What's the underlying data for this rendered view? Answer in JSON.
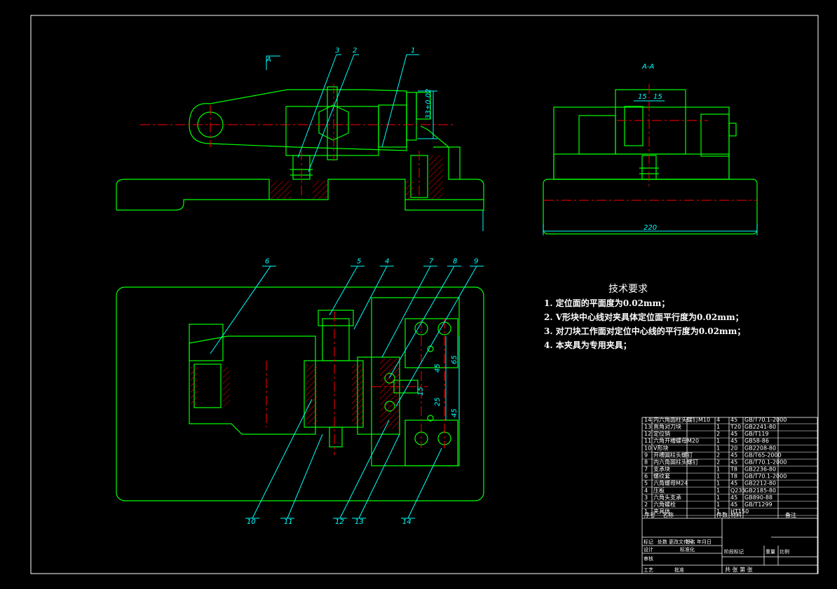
{
  "view_labels": {
    "section_a": "A",
    "section_aa": "A-A"
  },
  "balloons": {
    "top": [
      "3",
      "2",
      "1"
    ],
    "mid": [
      "6",
      "5",
      "4",
      "7",
      "8",
      "9"
    ],
    "bottom": [
      "10",
      "11",
      "12",
      "13",
      "14"
    ]
  },
  "dimensions": {
    "front_height": "33±0.02",
    "width_220": "220",
    "slot_15a": "15",
    "slot_15b": "15",
    "d45a": "45",
    "d65": "65",
    "d25": "25",
    "d45b": "45",
    "d15": "15"
  },
  "tech_requirements": {
    "title": "技术要求",
    "items": [
      "1. 定位面的平面度为0.02mm；",
      "2. V形块中心线对夹具体定位面平行度为0.02mm；",
      "3. 对刀块工作面对定位中心线的平行度为0.02mm；",
      "4. 本夹具为专用夹具；"
    ]
  },
  "parts_list": [
    [
      "14",
      "内六角圆柱头螺钉M10",
      "4",
      "45",
      "GB/T70.1-2000"
    ],
    [
      "13",
      "直角对刀块",
      "1",
      "T20",
      "GB2241-80"
    ],
    [
      "12",
      "定位销",
      "2",
      "45",
      "GB/T119"
    ],
    [
      "11",
      "六角开槽螺母M20",
      "1",
      "45",
      "GB58-86"
    ],
    [
      "10",
      "V形块",
      "1",
      "20",
      "GB2208-80"
    ],
    [
      "9",
      "开槽圆柱头螺钉",
      "2",
      "45",
      "GB/T65-2000"
    ],
    [
      "8",
      "内六角圆柱头螺钉",
      "2",
      "45",
      "GB/T70.1-2000"
    ],
    [
      "7",
      "支承块",
      "1",
      "T8",
      "GB2236-80"
    ],
    [
      "6",
      "螺纹套",
      "1",
      "T8",
      "GB/T70.1-2000"
    ],
    [
      "5",
      "六角螺母M24",
      "1",
      "45",
      "GB2212-80"
    ],
    [
      "4",
      "压板",
      "1",
      "Q235",
      "GB2185-80"
    ],
    [
      "3",
      "六角头支承",
      "1",
      "45",
      "GB890-88"
    ],
    [
      "2",
      "六角螺栓",
      "1",
      "45",
      "GB/T1299"
    ],
    [
      "1",
      "夹具体",
      "1",
      "HT150",
      ""
    ]
  ],
  "parts_header": [
    "序号",
    "名称",
    "件数",
    "材料",
    "备注"
  ],
  "title_block": {
    "labels": [
      "标记",
      "处数",
      "更改文件号",
      "签名",
      "年月日",
      "设计",
      "标准化",
      "审核",
      "工艺",
      "批准",
      "阶段标记",
      "重量",
      "比例"
    ],
    "sheet": "共 张 第 张"
  },
  "colors": {
    "green": "#00ff00",
    "cyan": "#00ffff",
    "red": "#ff0000",
    "white": "#ffffff",
    "yellow": "#ffff00"
  }
}
